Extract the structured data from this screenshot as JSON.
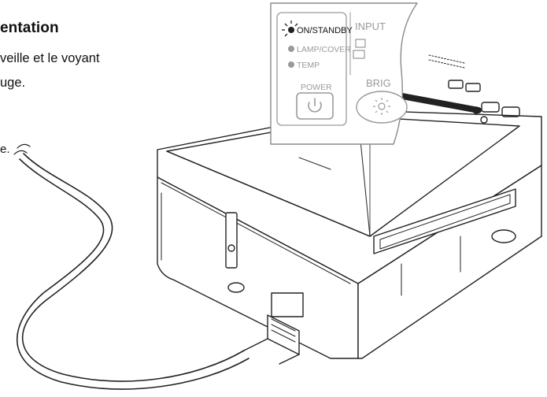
{
  "text": {
    "heading": "entation",
    "line1": "veille et le voyant",
    "line2": "uge.",
    "line3": "e."
  },
  "panel": {
    "on_standby": "ON/STANDBY",
    "lamp_cover": "LAMP/COVER",
    "temp": "TEMP",
    "power": "POWER",
    "input": "INPUT",
    "brightness": "BRIG"
  },
  "icons": [
    "power-icon",
    "sun-icon",
    "indicator-light-icon"
  ],
  "colors": {
    "line": "#222222",
    "panel_gray": "#9a9a9a",
    "panel_bg": "#ffffff"
  }
}
